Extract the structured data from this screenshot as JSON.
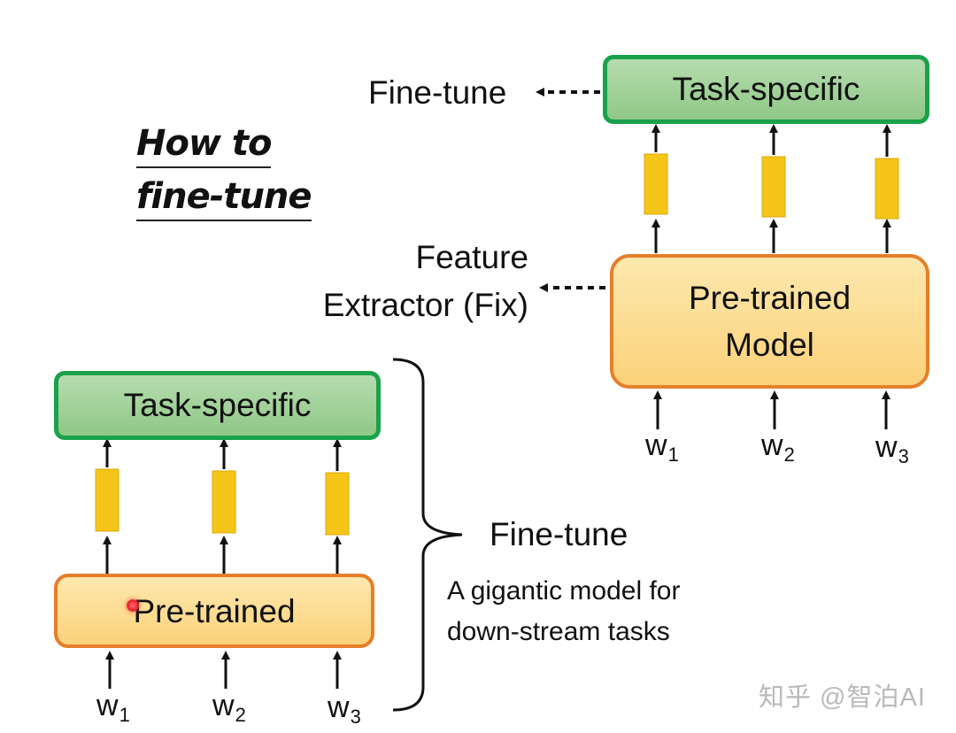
{
  "title": {
    "line1": "How to",
    "line2": "fine-tune"
  },
  "right_diagram": {
    "task_box": "Task-specific",
    "pretrained_box_line1": "Pre-trained",
    "pretrained_box_line2": "Model",
    "finetune_label": "Fine-tune",
    "feature_label_line1": "Feature",
    "feature_label_line2": "Extractor (Fix)",
    "inputs": [
      {
        "w": "w",
        "sub": "1"
      },
      {
        "w": "w",
        "sub": "2"
      },
      {
        "w": "w",
        "sub": "3"
      }
    ]
  },
  "left_diagram": {
    "task_box": "Task-specific",
    "pretrained_box": "Pre-trained",
    "inputs": [
      {
        "w": "w",
        "sub": "1"
      },
      {
        "w": "w",
        "sub": "2"
      },
      {
        "w": "w",
        "sub": "3"
      }
    ],
    "finetune_label": "Fine-tune",
    "description_line1": "A gigantic model for",
    "description_line2": "down-stream tasks"
  },
  "watermark": "知乎 @智泊AI",
  "colors": {
    "green_border": "#19a24b",
    "green_fill": "#a3d29a",
    "orange_border": "#e67e2a",
    "orange_fill": "#fcdc92",
    "yellow_bar": "#f5c518",
    "laser_dot": "#e8222a"
  }
}
